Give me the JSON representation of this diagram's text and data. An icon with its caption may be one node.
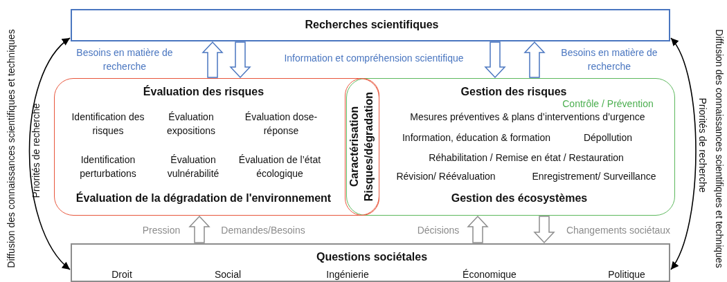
{
  "diagram": {
    "nodes": [
      {
        "text": [
          "Recherches scientifiques"
        ]
      },
      {
        "text": [
          "Évaluation des risques",
          "Identification des risques",
          "Évaluation expositions",
          "Évaluation dose-réponse",
          "Identification perturbations",
          "Évaluation vulnérabilité",
          "Évaluation de l’état écologique",
          "Évaluation de la dégradation de l'environnement"
        ]
      },
      {
        "text": [
          "Gestion des risques",
          "Contrôle / Prévention",
          "Mesures préventives & plans d’interventions d’urgence",
          "Information, éducation & formation",
          "Dépollution",
          "Réhabilitation / Remise en état / Restauration",
          "Révision/ Réévaluation",
          "Enregistrement/ Surveillance",
          "Gestion des écosystèmes"
        ]
      },
      {
        "text": [
          "Caractérisation Risques/dégradation"
        ]
      },
      {
        "text": [
          "Questions sociétales",
          "Droit",
          "Social",
          "Ingénierie",
          "Économique",
          "Politique"
        ]
      }
    ],
    "edges": [
      {
        "from": 1,
        "to": 0,
        "arrow": "to",
        "color": "#4a76c0"
      },
      {
        "from": 0,
        "to": 1,
        "arrow": "to",
        "color": "#4a76c0"
      },
      {
        "from": 0,
        "to": 2,
        "arrow": "to",
        "color": "#4a76c0"
      },
      {
        "from": 2,
        "to": 0,
        "arrow": "to",
        "color": "#4a76c0"
      },
      {
        "from": 4,
        "to": 1,
        "arrow": "to",
        "color": "#8c8c8c"
      },
      {
        "from": 4,
        "to": 2,
        "arrow": "to",
        "color": "#8c8c8c"
      },
      {
        "from": 2,
        "to": 4,
        "arrow": "to",
        "color": "#8c8c8c"
      },
      {
        "from": 0,
        "to": 4,
        "arrow": "both",
        "color": "#000000"
      },
      {
        "from": 0,
        "to": 4,
        "arrow": "both",
        "color": "#000000"
      }
    ],
    "labels": [
      "Besoins en matière de recherche",
      "Information et compréhension scientifique",
      "Besoins en matière de recherche",
      "Diffusion des connaissances scientifiques et techniques",
      "Priorités de recherche",
      "Priorités de recherche",
      "Diffusion des connaissances scientifiques et techniques",
      "Pression",
      "Demandes/Besoins",
      "Décisions",
      "Changements sociétaux"
    ]
  }
}
